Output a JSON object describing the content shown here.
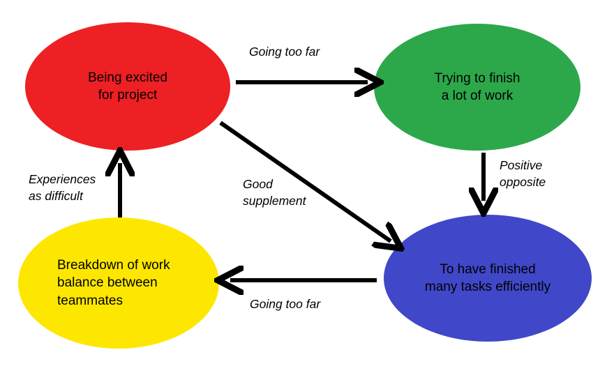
{
  "diagram": {
    "type": "cycle-flow-diagram",
    "background_color": "#FFFFFF",
    "arrow_color": "#000000",
    "nodes": [
      {
        "id": "being-excited",
        "color": "#ED2024",
        "lines": [
          "Being excited",
          "for project"
        ],
        "line1": "Being excited",
        "line2": "for project",
        "line3": ""
      },
      {
        "id": "trying-to-finish",
        "color": "#2CA84B",
        "lines": [
          "Trying to finish",
          "a lot of work"
        ],
        "line1": "Trying to finish",
        "line2": "a lot of work",
        "line3": ""
      },
      {
        "id": "finished-tasks",
        "color": "#4047C8",
        "lines": [
          "To have finished",
          "many tasks efficiently"
        ],
        "line1": "To have finished",
        "line2": "many tasks efficiently",
        "line3": ""
      },
      {
        "id": "breakdown-of-work",
        "color": "#FDE700",
        "lines": [
          "Breakdown of work",
          "balance between",
          "teammates"
        ],
        "line1": "Breakdown of work",
        "line2": "balance between",
        "line3": "teammates"
      }
    ],
    "edges": [
      {
        "id": "excited-to-trying",
        "from": "being-excited",
        "to": "trying-to-finish",
        "line1": "Going too far",
        "line2": ""
      },
      {
        "id": "trying-to-finished",
        "from": "trying-to-finish",
        "to": "finished-tasks",
        "line1": "Positive",
        "line2": "opposite"
      },
      {
        "id": "excited-to-finished",
        "from": "being-excited",
        "to": "finished-tasks",
        "line1": "Good",
        "line2": "supplement"
      },
      {
        "id": "finished-to-breakdown",
        "from": "finished-tasks",
        "to": "breakdown-of-work",
        "line1": "Going too far",
        "line2": ""
      },
      {
        "id": "breakdown-to-excited",
        "from": "breakdown-of-work",
        "to": "being-excited",
        "line1": "Experiences",
        "line2": "as difficult"
      }
    ]
  }
}
